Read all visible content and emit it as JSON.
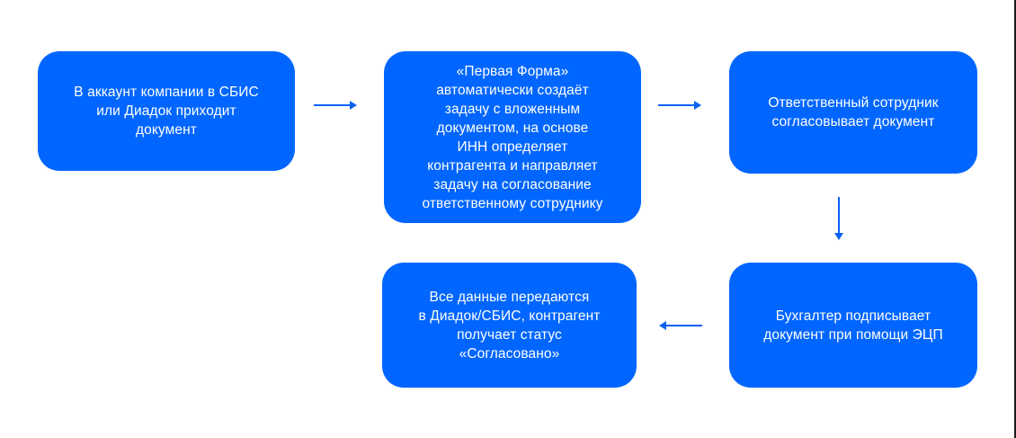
{
  "colors": {
    "node_bg": "#0066FF",
    "node_text": "#FFFFFF",
    "arrow": "#0A62F6",
    "page_bg": "#FFFFFF",
    "edge_line": "#1C1C1C"
  },
  "flowchart": {
    "nodes": [
      {
        "id": "incoming-document",
        "text": "В аккаунт компании в СБИС\nили Диадок приходит\nдокумент"
      },
      {
        "id": "first-form-creates-task",
        "text": "«Первая Форма»\nавтоматически создаёт\nзадачу с вложенным\nдокументом, на основе\nИНН определяет\nконтрагента и направляет\nзадачу на согласование\nответственному сотруднику"
      },
      {
        "id": "responsible-employee-approves",
        "text": "Ответственный сотрудник\nсогласовывает документ"
      },
      {
        "id": "accountant-signs-with-eds",
        "text": "Бухгалтер подписывает\nдокумент при помощи ЭЦП"
      },
      {
        "id": "data-sent-status-approved",
        "text": "Все данные передаются\nв Диадок/СБИС, контрагент\nполучает статус\n«Согласовано»"
      }
    ],
    "arrows": [
      {
        "from": "incoming-document",
        "to": "first-form-creates-task",
        "direction": "right"
      },
      {
        "from": "first-form-creates-task",
        "to": "responsible-employee-approves",
        "direction": "right"
      },
      {
        "from": "responsible-employee-approves",
        "to": "accountant-signs-with-eds",
        "direction": "down"
      },
      {
        "from": "accountant-signs-with-eds",
        "to": "data-sent-status-approved",
        "direction": "left"
      }
    ]
  }
}
